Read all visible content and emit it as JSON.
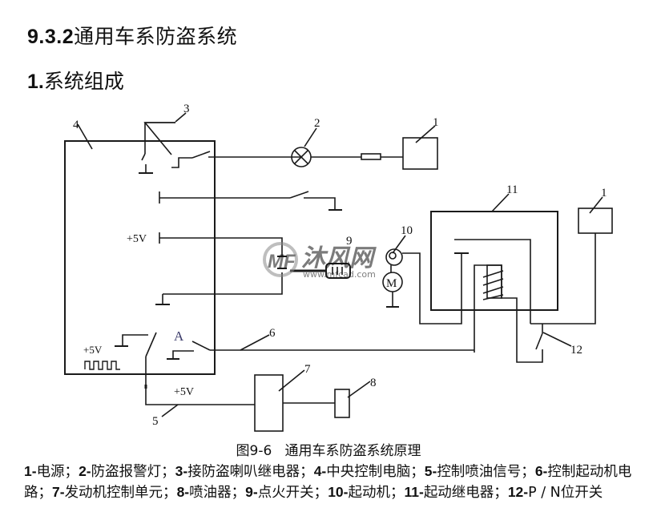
{
  "heading": {
    "section_number": "9.3.2",
    "section_title": "通用车系防盗系统"
  },
  "subheading": {
    "number": "1.",
    "title": "系统组成"
  },
  "figure": {
    "labels": {
      "n1": "1",
      "n1b": "1",
      "n2": "2",
      "n3": "3",
      "n4": "4",
      "n5": "5",
      "n6": "6",
      "n7": "7",
      "n8": "8",
      "n9": "9",
      "n10": "10",
      "n11": "11",
      "n12": "12",
      "plus5v_1": "+5V",
      "plus5v_2": "+5V",
      "plus5v_3": "+5V",
      "terminal_a": "A",
      "motor_m": "M"
    },
    "caption_number": "图9-6",
    "caption_title": "通用车系防盗系统原理"
  },
  "legend": [
    {
      "num": "1-",
      "text": "电源；"
    },
    {
      "num": "2-",
      "text": "防盗报警灯；"
    },
    {
      "num": "3-",
      "text": "接防盗喇叭继电器；"
    },
    {
      "num": "4-",
      "text": "中央控制电脑；"
    },
    {
      "num": "5-",
      "text": "控制喷油信号；"
    },
    {
      "num": "6-",
      "text": "控制起动机电路；"
    },
    {
      "num": "7-",
      "text": "发动机控制单元；"
    },
    {
      "num": "8-",
      "text": "喷油器；"
    },
    {
      "num": "9-",
      "text": "点火开关；"
    },
    {
      "num": "10-",
      "text": "起动机；"
    },
    {
      "num": "11-",
      "text": "起动继电器；"
    },
    {
      "num": "12-",
      "text": "P / N位开关"
    }
  ],
  "watermark": {
    "logo": "MF",
    "name": "沐风网",
    "url": "www.mfcad.com"
  }
}
